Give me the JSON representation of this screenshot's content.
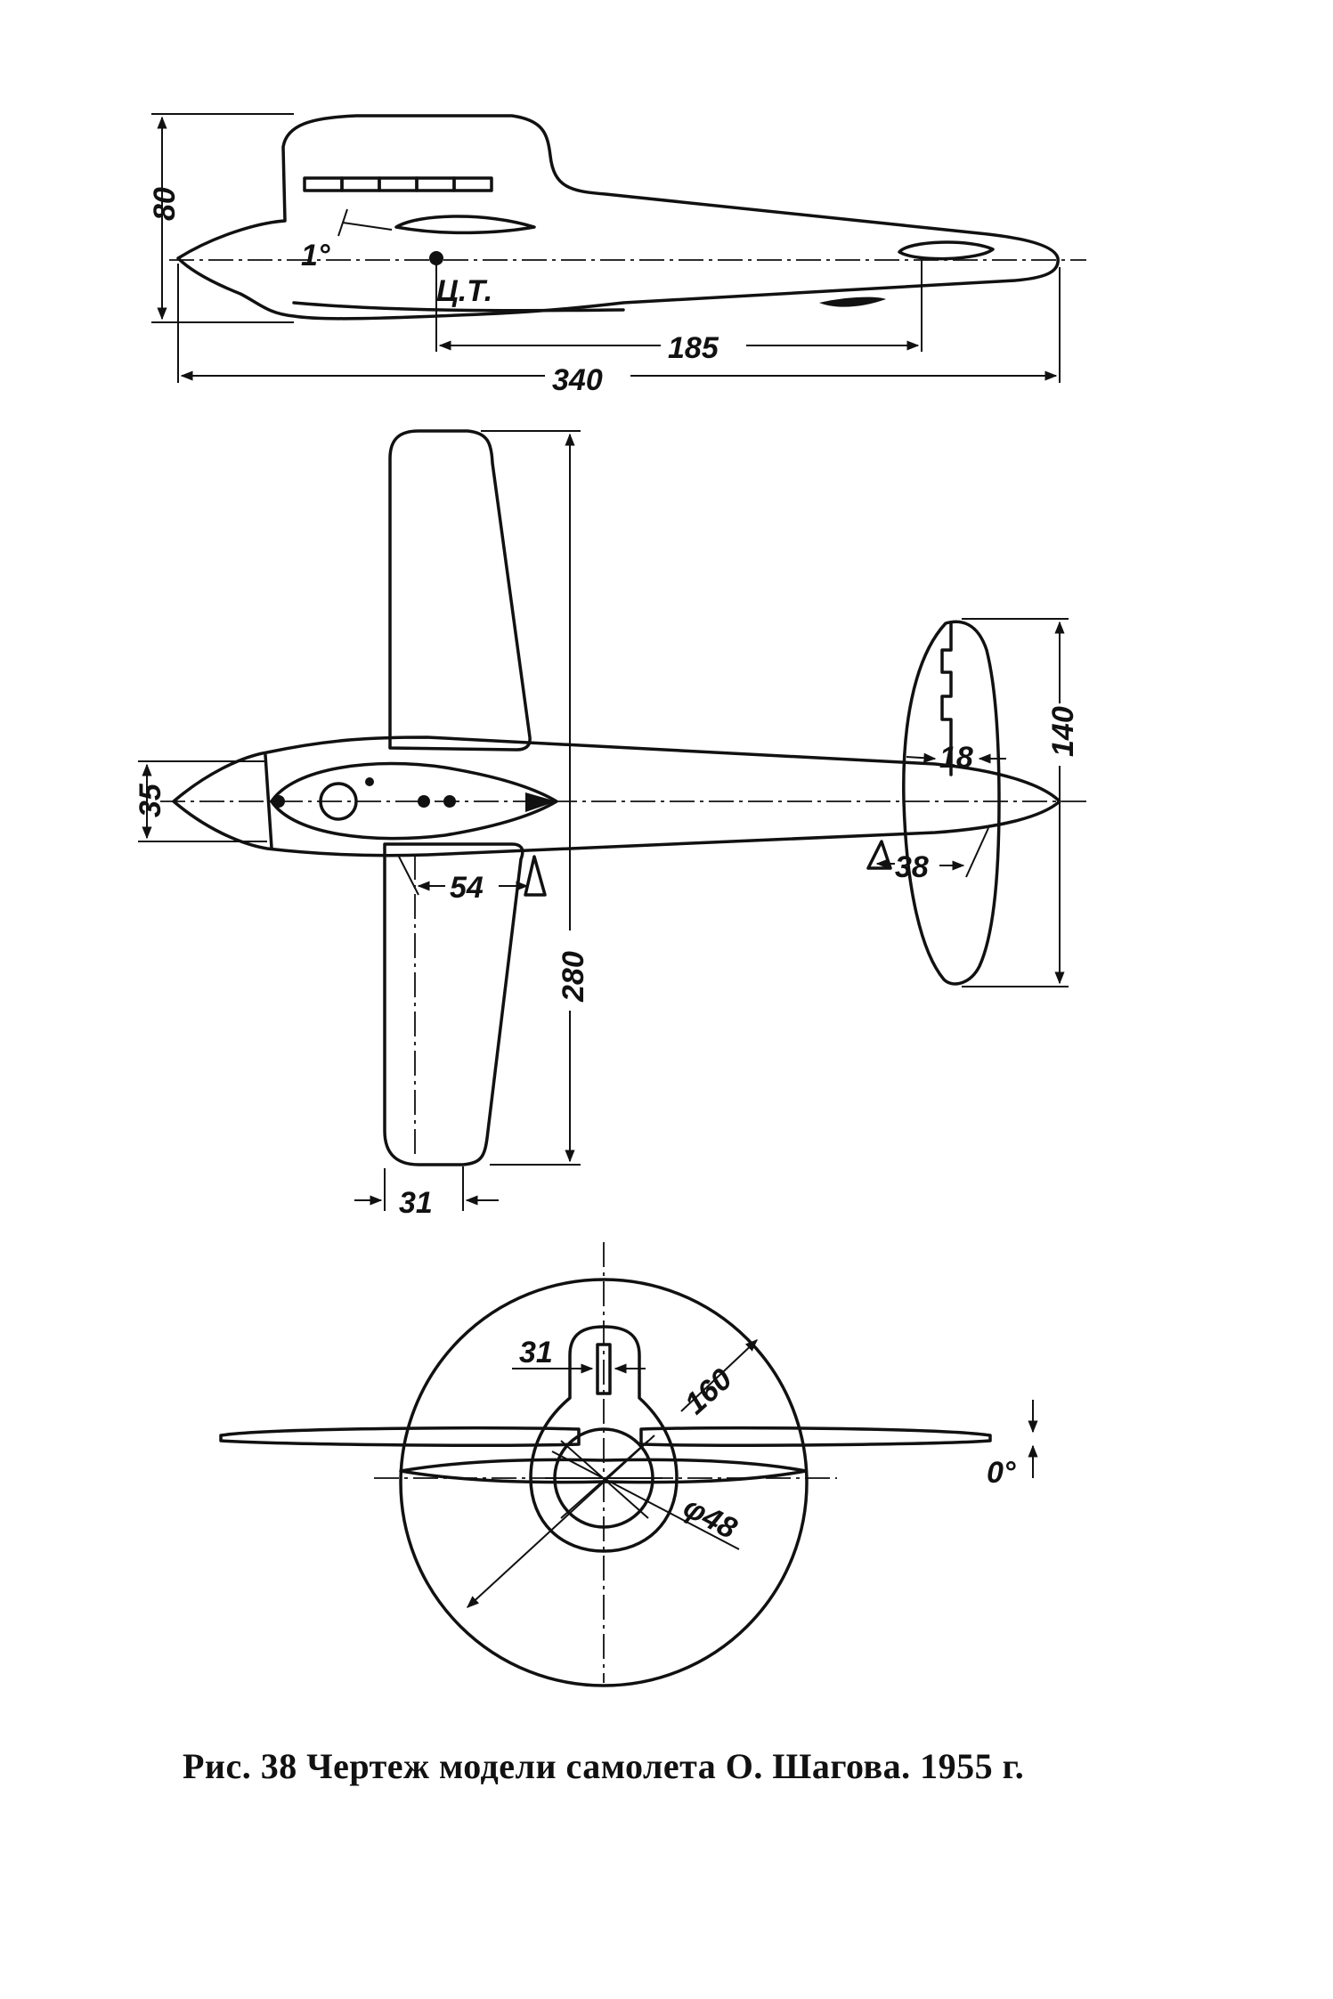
{
  "side_view": {
    "dim_height": "80",
    "dim_angle": "1°",
    "cg_label": "Ц.Т.",
    "dim_cg_to_tail": "185",
    "dim_length": "340"
  },
  "top_view": {
    "dim_nose_width": "35",
    "dim_wing_chord": "54",
    "dim_span": "280",
    "dim_tip_chord": "31",
    "dim_stab_span": "140",
    "dim_elevator": "18",
    "dim_stab_chord": "38"
  },
  "front_view": {
    "dim_fin": "31",
    "dim_prop_diameter": "160",
    "dim_hub_diameter": "φ48",
    "dim_incidence": "0°"
  },
  "caption": "Рис. 38  Чертеж модели самолета О. Шагова. 1955 г."
}
